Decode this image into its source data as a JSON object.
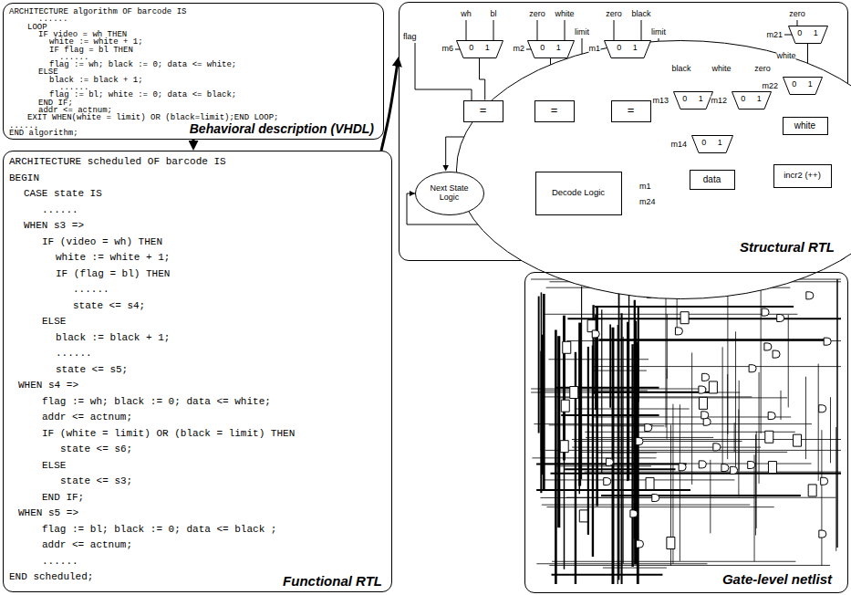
{
  "diagram": {
    "nodes": [
      {
        "text": [
          "ARCHITECTURE algorithm OF barcode IS",
          "......",
          "LOOP",
          "IF video = wh THEN",
          "white := white + 1;",
          "IF flag = bl THEN",
          "......",
          "flag := wh; black := 0; data <= white;",
          "ELSE",
          "black := black + 1;",
          "......",
          "flag := bl; white := 0; data <= black;",
          "END IF;",
          "addr <= actnum;",
          "EXIT WHEN(white = limit) OR (black=limit);END LOOP;",
          "......",
          "END algorithm;",
          "Behavioral description (VHDL)"
        ]
      },
      {
        "text": [
          "Structural RTL"
        ]
      },
      {
        "text": [
          "0 1"
        ],
        "in": 1
      },
      {
        "text": [
          "0 1"
        ],
        "in": 1
      },
      {
        "text": [
          "0 1"
        ],
        "in": 1
      },
      {
        "text": [
          "="
        ],
        "in": 1
      },
      {
        "text": [
          "="
        ],
        "in": 1
      },
      {
        "text": [
          "="
        ],
        "in": 1
      },
      {
        "text": [
          "Next State Logic"
        ],
        "in": 1
      },
      {
        "text": [
          "Decode Logic"
        ],
        "in": 1
      },
      {
        "text": [
          "0 1"
        ],
        "in": 1
      },
      {
        "text": [
          "0 1"
        ],
        "in": 1
      },
      {
        "text": [
          "0 1"
        ],
        "in": 1
      },
      {
        "text": [
          "data"
        ],
        "in": 1
      },
      {
        "text": [
          "0 1"
        ],
        "in": 1
      },
      {
        "text": [
          "0 1"
        ],
        "in": 1
      },
      {
        "text": [
          "white"
        ],
        "in": 1
      },
      {
        "text": [
          "incr2 (++)"
        ],
        "in": 1
      },
      {
        "text": [
          "ARCHITECTURE scheduled OF barcode IS",
          "BEGIN",
          "CASE state IS",
          "......",
          "WHEN s3 =>",
          "IF (video = wh) THEN",
          "white := white + 1;",
          "IF (flag = bl) THEN",
          "......",
          "state <= s4;",
          "ELSE",
          "black := black + 1;",
          "......",
          "state <= s5;",
          "WHEN s4 =>",
          "flag := wh; black := 0; data <= white;",
          "addr <= actnum;",
          "IF (white = limit) OR (black = limit) THEN",
          "state <= s6;",
          "ELSE",
          "state <= s3;",
          "END IF;",
          "WHEN s5 =>",
          "flag := bl; black := 0; data <= black ;",
          "addr <= actnum;",
          "......",
          "END scheduled;",
          "Functional RTL"
        ]
      },
      {
        "text": [
          "Gate-level netlist"
        ]
      }
    ],
    "edges": [
      {
        "from": 0,
        "to": 18,
        "arrow": "to"
      },
      {
        "from": 18,
        "to": 1,
        "arrow": "to"
      },
      {
        "from": 1,
        "to": 19,
        "arrow": "to"
      },
      {
        "from": 2,
        "to": 5,
        "arrow": "none"
      },
      {
        "from": 3,
        "to": 6,
        "arrow": "none"
      },
      {
        "from": 4,
        "to": 7,
        "arrow": "none"
      },
      {
        "from": 5,
        "to": 8,
        "arrow": "to"
      },
      {
        "from": 6,
        "to": 8,
        "arrow": "to"
      },
      {
        "from": 6,
        "to": 9,
        "arrow": "to"
      },
      {
        "from": 7,
        "to": 9,
        "arrow": "to"
      },
      {
        "from": 8,
        "to": 9,
        "arrow": "to"
      },
      {
        "from": 10,
        "to": 12,
        "arrow": "none"
      },
      {
        "from": 11,
        "to": 12,
        "arrow": "none"
      },
      {
        "from": 12,
        "to": 13,
        "arrow": "none"
      },
      {
        "from": 14,
        "to": 15,
        "arrow": "none"
      },
      {
        "from": 15,
        "to": 16,
        "arrow": "none"
      },
      {
        "from": 16,
        "to": 17,
        "arrow": "none"
      }
    ],
    "labels": [
      "wh",
      "bl",
      "zero",
      "white",
      "zero",
      "black",
      "flag",
      "m6",
      "m2",
      "limit",
      "m1",
      "limit",
      "m1",
      "m24",
      "black",
      "white",
      "zero",
      "m13",
      "m12",
      "m14",
      "zero",
      "m21",
      "white",
      "m22"
    ]
  }
}
